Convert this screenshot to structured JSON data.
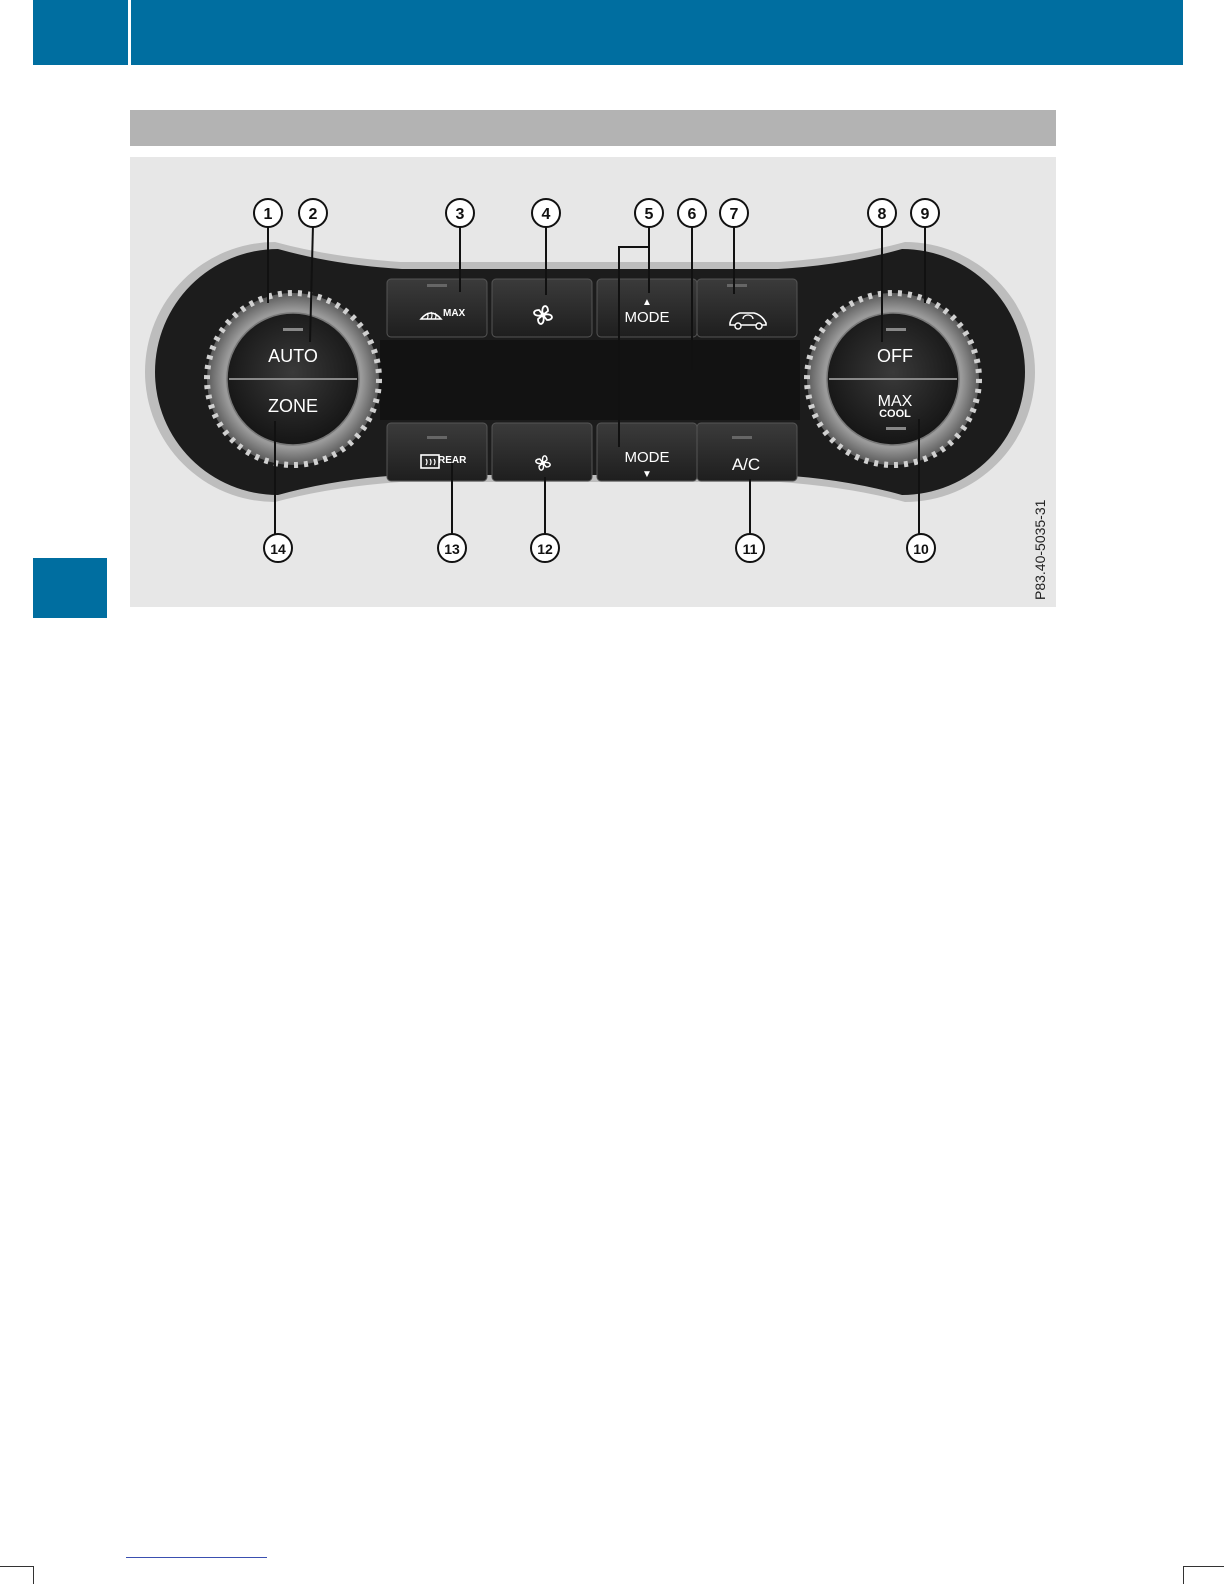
{
  "colors": {
    "header": "#006ea0",
    "section_bar": "#b3b3b3",
    "figure_bg": "#e7e7e7",
    "panel": "#1c1c1c"
  },
  "panel": {
    "buttons": {
      "auto": "AUTO",
      "zone": "ZONE",
      "off": "OFF",
      "max_cool_top": "MAX",
      "max_cool_bottom": "COOL",
      "defrost_max_suffix": "MAX",
      "mode_up": "MODE",
      "mode_down": "MODE",
      "ac": "A/C",
      "rear_defrost_suffix": "REAR"
    },
    "icons": {
      "defrost_max": "windshield-defrost-icon",
      "fan_up": "fan-icon",
      "fan_down": "fan-icon",
      "recirculation": "air-recirculation-icon",
      "rear_defrost": "rear-window-defrost-icon",
      "mode_up_arrow": "▲",
      "mode_down_arrow": "▼"
    }
  },
  "callouts": [
    "1",
    "2",
    "3",
    "4",
    "5",
    "6",
    "7",
    "8",
    "9",
    "14",
    "13",
    "12",
    "11",
    "10"
  ],
  "figure_id": "P83.40-5035-31"
}
